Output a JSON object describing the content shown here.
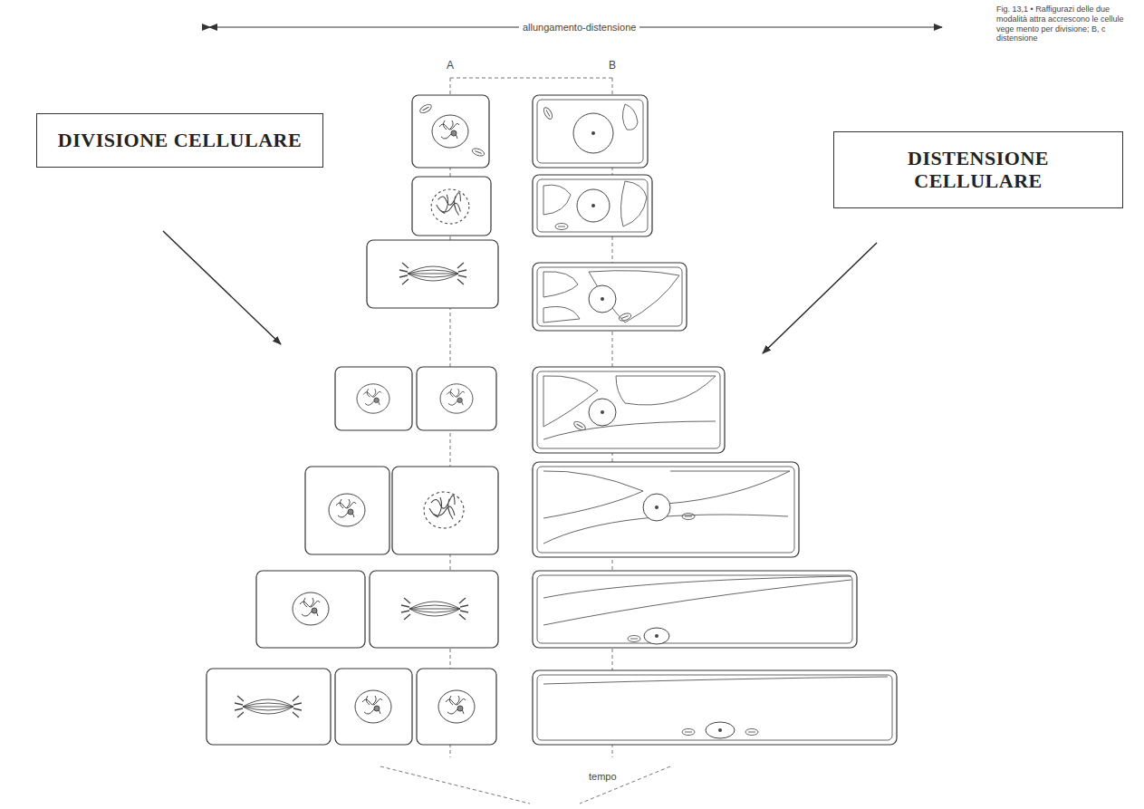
{
  "diagram": {
    "caption": "Fig. 13,1 • Raffigurazi delle due modalità attra accrescono le cellule vege mento per divisione; B, c distensione",
    "nodes": [
      {
        "text": [
          "DIVISIONE CELLULARE"
        ]
      },
      {
        "text": [
          "DISTENSIONE CELLULARE"
        ]
      }
    ],
    "labels": [
      "allungamento-distensione",
      "A",
      "B",
      "tempo"
    ]
  }
}
